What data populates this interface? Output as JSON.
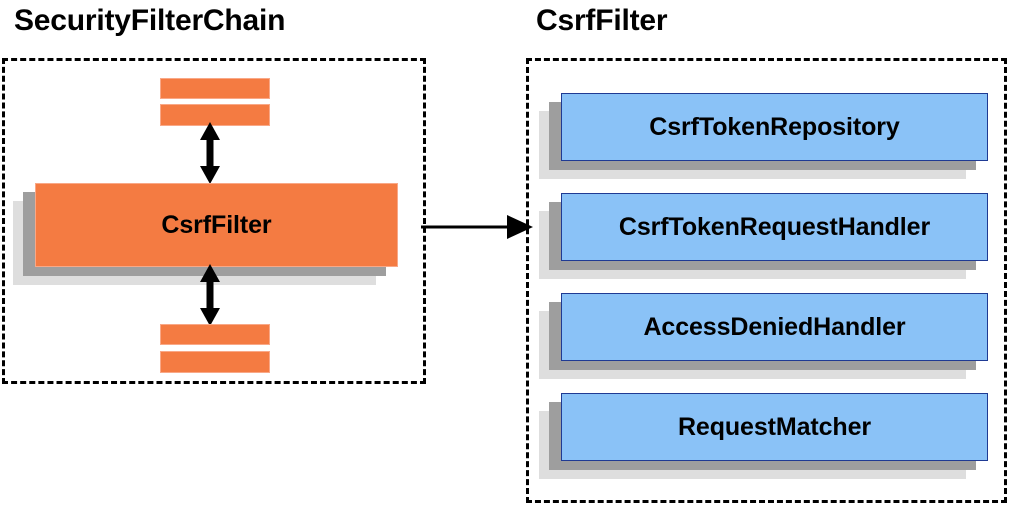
{
  "diagram": {
    "left_panel": {
      "title": "SecurityFilterChain",
      "center_box": {
        "label": "CsrfFilter"
      },
      "stub_bars": [
        {
          "name": "filter-stub-top-1"
        },
        {
          "name": "filter-stub-top-2"
        },
        {
          "name": "filter-stub-bottom-1"
        },
        {
          "name": "filter-stub-bottom-2"
        }
      ],
      "arrows": [
        {
          "name": "bidirectional-arrow-up",
          "type": "double-headed-vertical"
        },
        {
          "name": "bidirectional-arrow-down",
          "type": "double-headed-vertical"
        }
      ]
    },
    "connector": {
      "name": "csrffilter-detail-arrow",
      "type": "single-headed-horizontal"
    },
    "right_panel": {
      "title": "CsrfFilter",
      "components": [
        {
          "label": "CsrfTokenRepository"
        },
        {
          "label": "CsrfTokenRequestHandler"
        },
        {
          "label": "AccessDeniedHandler"
        },
        {
          "label": "RequestMatcher"
        }
      ]
    },
    "colors": {
      "orange_fill": "#f47b42",
      "orange_border": "#f9a887",
      "blue_fill": "#8ac2f7",
      "blue_border": "#1f3a93",
      "shadow_dark": "#9e9e9e",
      "shadow_light": "#dedede",
      "outline": "#000000",
      "background": "#ffffff"
    }
  }
}
